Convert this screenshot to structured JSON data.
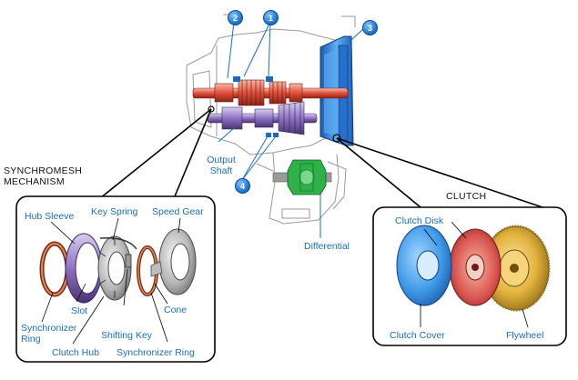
{
  "callouts": [
    "2",
    "1",
    "3",
    "4"
  ],
  "section_titles": {
    "synchromesh_line1": "SYNCHROMESH",
    "synchromesh_line2": "MECHANISM",
    "clutch": "CLUTCH"
  },
  "transmission_labels": {
    "output_shaft_line1": "Output",
    "output_shaft_line2": "Shaft",
    "differential": "Differential"
  },
  "synchromesh_parts": {
    "hub_sleeve": "Hub Sleeve",
    "key_spring": "Key Spring",
    "speed_gear": "Speed Gear",
    "slot": "Slot",
    "synchronizer_ring_left_line1": "Synchronizer",
    "synchronizer_ring_left_line2": "Ring",
    "shifting_key": "Shifting Key",
    "cone": "Cone",
    "clutch_hub": "Clutch Hub",
    "synchronizer_ring_right": "Synchronizer Ring"
  },
  "clutch_parts": {
    "clutch_disk": "Clutch Disk",
    "clutch_cover": "Clutch Cover",
    "flywheel": "Flywheel"
  },
  "colors": {
    "callout_blue": "#1a6fc7",
    "label_blue": "#1a6fb8",
    "shaft_red": "#e0503c",
    "gear_purple": "#9b7fc8",
    "cover_blue": "#3f9be8",
    "disk_red": "#d9534f",
    "flywheel_gold": "#e2b23c",
    "differential_green": "#2fb14a"
  }
}
